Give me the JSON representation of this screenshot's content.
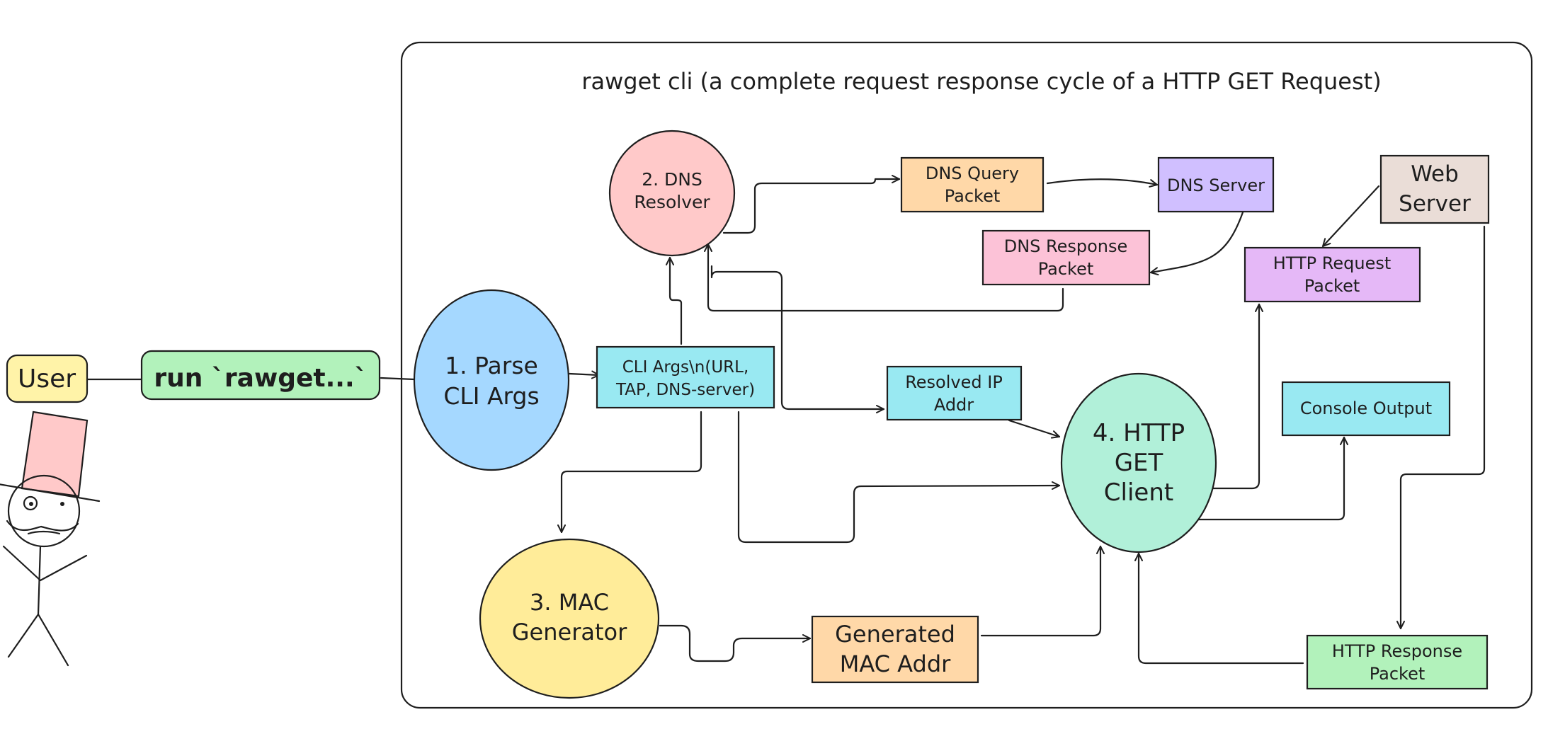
{
  "title": "rawget cli (a complete request response cycle of a HTTP GET Request)",
  "nodes": {
    "user": "User",
    "run_command": "run `rawget...`",
    "parse_cli_args": [
      "1. Parse",
      "CLI Args"
    ],
    "cli_args": [
      "CLI Args\\n(URL,",
      "TAP, DNS-server)"
    ],
    "dns_resolver": [
      "2. DNS",
      "Resolver"
    ],
    "dns_query_packet": [
      "DNS Query",
      "Packet"
    ],
    "dns_server": "DNS Server",
    "dns_response_packet": [
      "DNS Response",
      "Packet"
    ],
    "web_server": [
      "Web",
      "Server"
    ],
    "http_request_packet": [
      "HTTP Request",
      "Packet"
    ],
    "resolved_ip_addr": [
      "Resolved IP",
      "Addr"
    ],
    "http_get_client": [
      "4. HTTP",
      "GET",
      "Client"
    ],
    "console_output": "Console Output",
    "mac_generator": [
      "3. MAC",
      "Generator"
    ],
    "generated_mac_addr": [
      "Generated",
      "MAC Addr"
    ],
    "http_response_packet": [
      "HTTP Response",
      "Packet"
    ]
  },
  "colors": {
    "user": "#fff3a8",
    "run_command": "#b2f2bb",
    "parse_cli_args": "#a5d8ff",
    "cli_args": "#99e9f2",
    "dns_resolver": "#ffc9c9",
    "dns_query_packet": "#ffd8a8",
    "dns_server": "#d0bfff",
    "dns_response_packet": "#fcc2d7",
    "web_server": "#eaddd7",
    "http_request_packet": "#e5b8f7",
    "resolved_ip_addr": "#99e9f2",
    "http_get_client": "#b1f0d9",
    "console_output": "#99e9f2",
    "mac_generator": "#ffec99",
    "generated_mac_addr": "#ffd8a8",
    "http_response_packet": "#b2f2bb",
    "hat": "#ffc9c9"
  }
}
